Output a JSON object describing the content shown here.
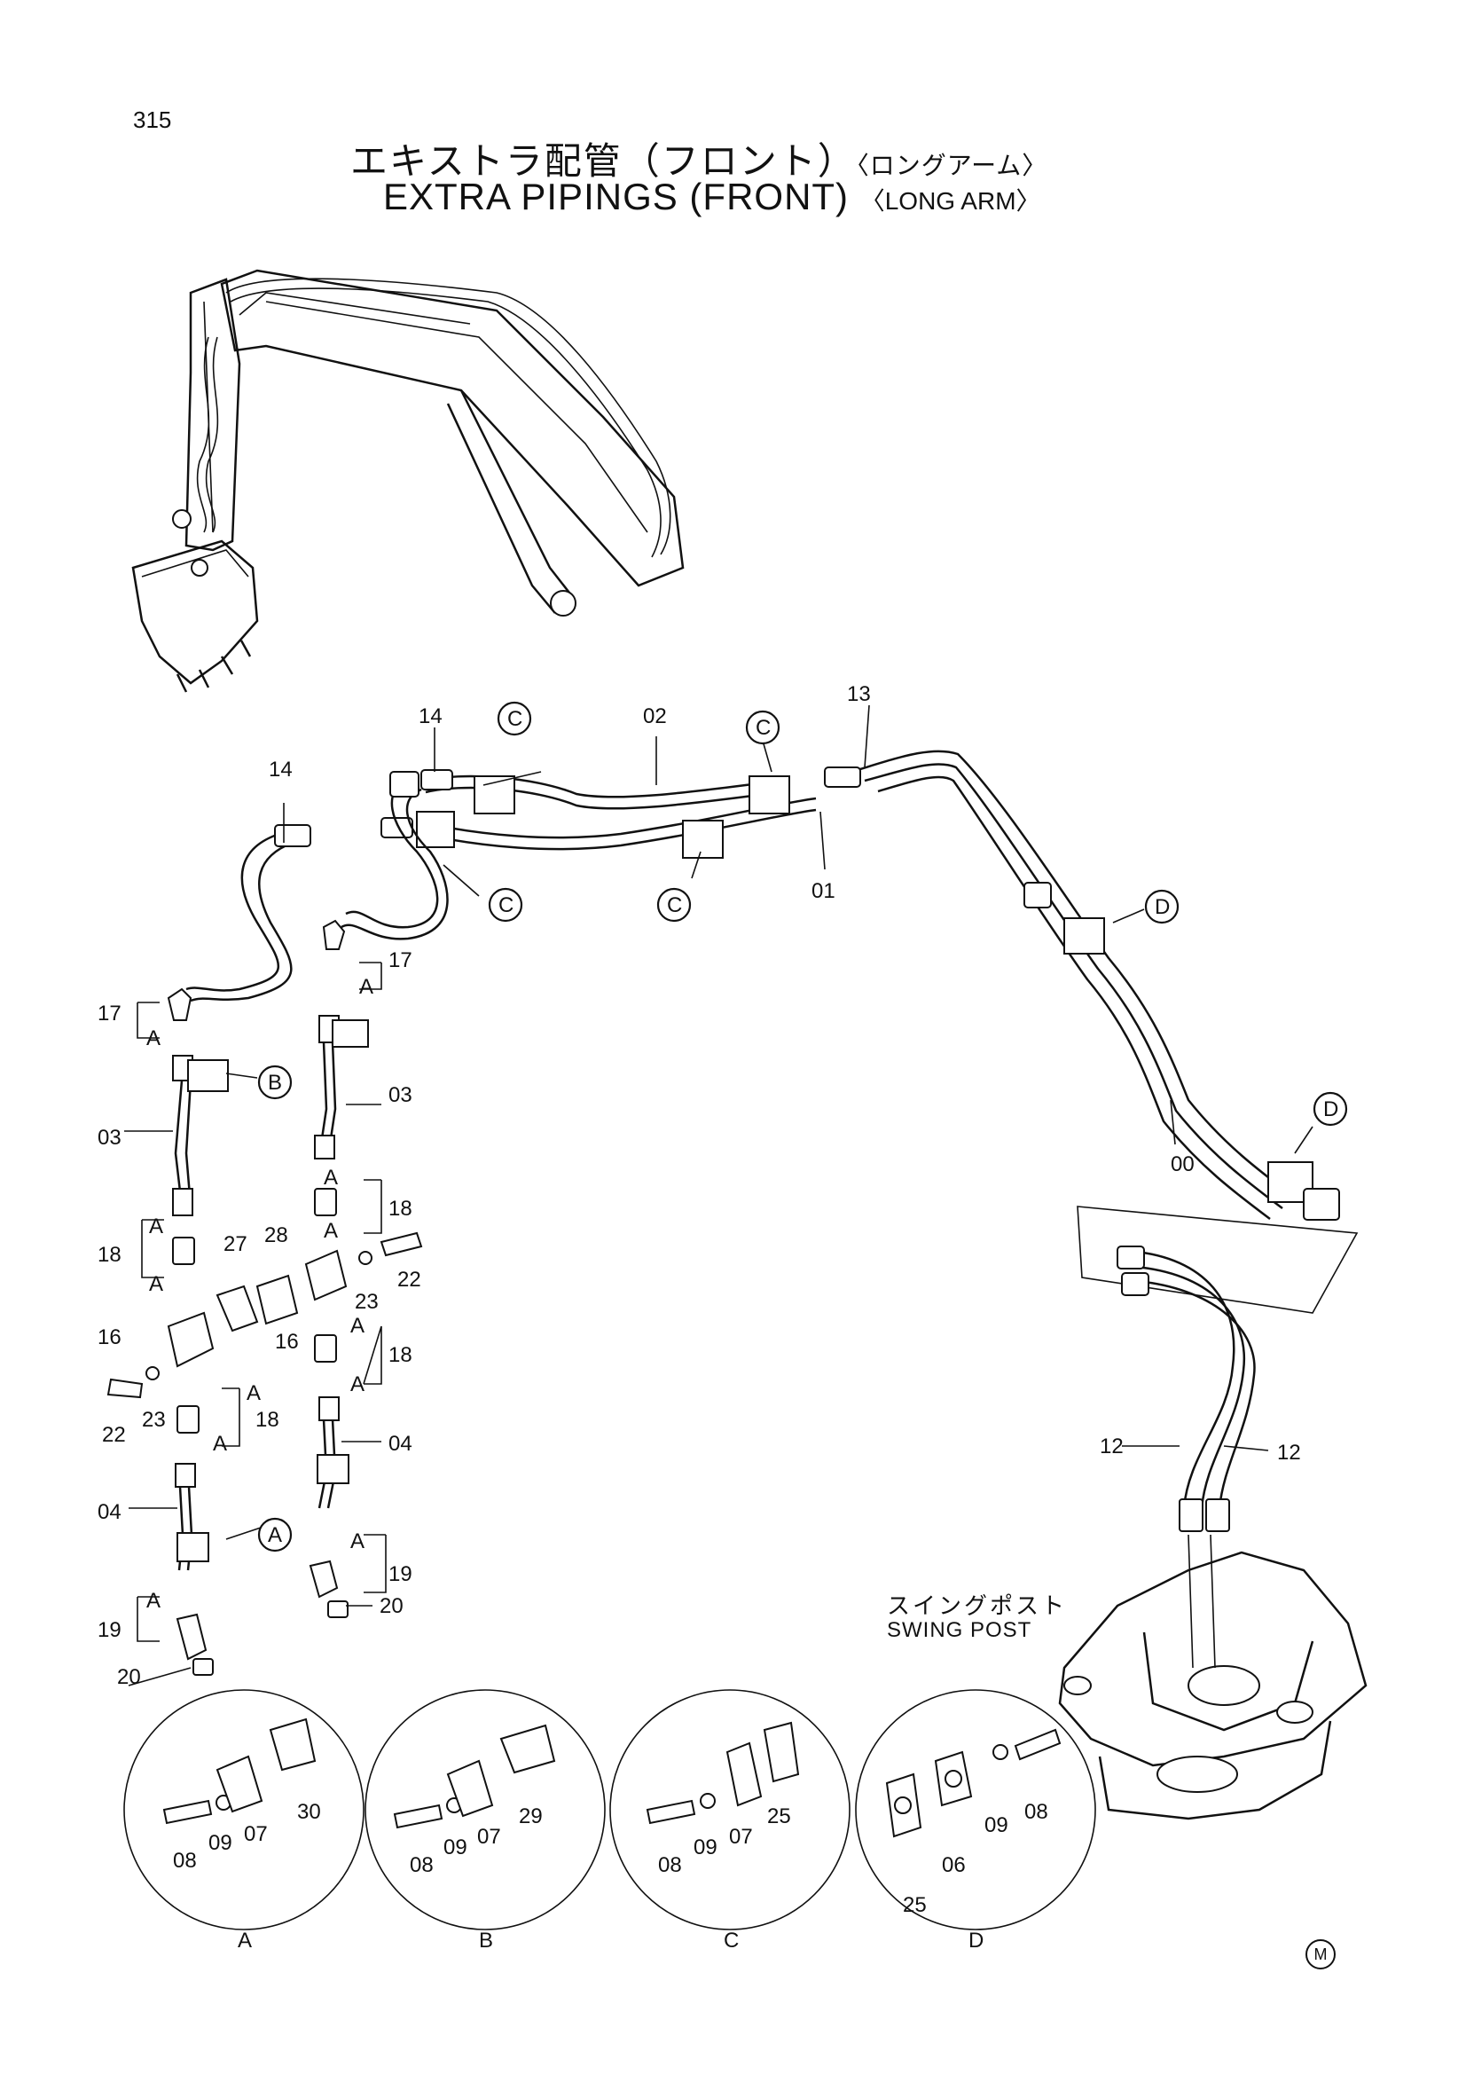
{
  "page_number": "315",
  "title": {
    "jp_main": "エキストラ配管（フロント）",
    "jp_sub": "〈ロングアーム〉",
    "en_main": "EXTRA PIPINGS (FRONT)",
    "en_sub": "〈LONG ARM〉"
  },
  "swing_post": {
    "jp": "スイングポスト",
    "en": "SWING POST"
  },
  "mark": "M",
  "part_numbers": {
    "p00": "00",
    "p01": "01",
    "p02": "02",
    "p03": "03",
    "p04": "04",
    "p06": "06",
    "p07": "07",
    "p08": "08",
    "p09": "09",
    "p12": "12",
    "p13": "13",
    "p14": "14",
    "p16": "16",
    "p17": "17",
    "p18": "18",
    "p19": "19",
    "p20": "20",
    "p22": "22",
    "p23": "23",
    "p25": "25",
    "p27": "27",
    "p28": "28",
    "p29": "29",
    "p30": "30"
  },
  "callouts": {
    "A": "A",
    "B": "B",
    "C": "C",
    "D": "D"
  },
  "details": [
    "A",
    "B",
    "C",
    "D"
  ]
}
